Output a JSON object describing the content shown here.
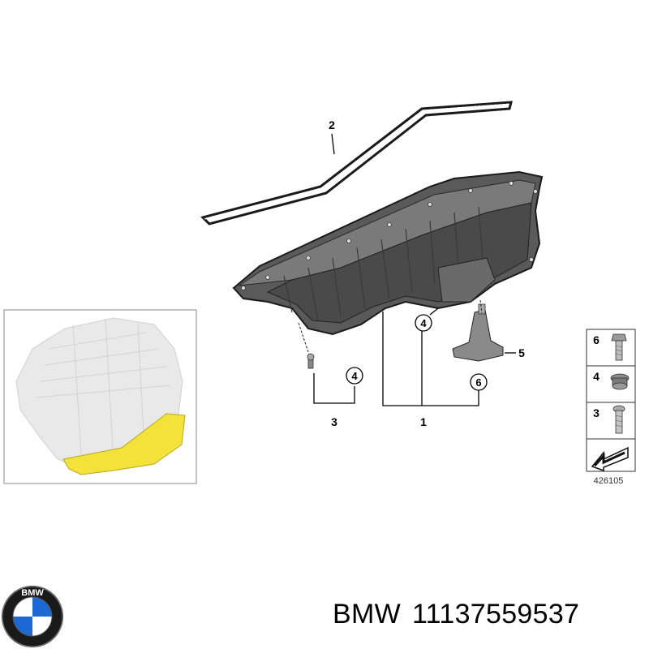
{
  "callouts": {
    "gasket": "2",
    "oil_pan": "1",
    "screw_assembly": "3",
    "plug_a": "4",
    "plug_b": "4",
    "sensor": "5",
    "bolt": "6"
  },
  "legend": {
    "items": [
      {
        "num": "6",
        "icon": "hex-bolt-icon"
      },
      {
        "num": "4",
        "icon": "drain-plug-icon"
      },
      {
        "num": "3",
        "icon": "screw-icon"
      }
    ],
    "arrow_icon": "direction-arrow-icon"
  },
  "diagram_number": "426105",
  "brand": {
    "name": "BMW",
    "part_number": "11137559537",
    "logo_letters": "BMW",
    "colors": {
      "blue": "#1c69d4",
      "ring": "#1a1a1a"
    }
  },
  "engine_highlight_color": "#f2e23a"
}
